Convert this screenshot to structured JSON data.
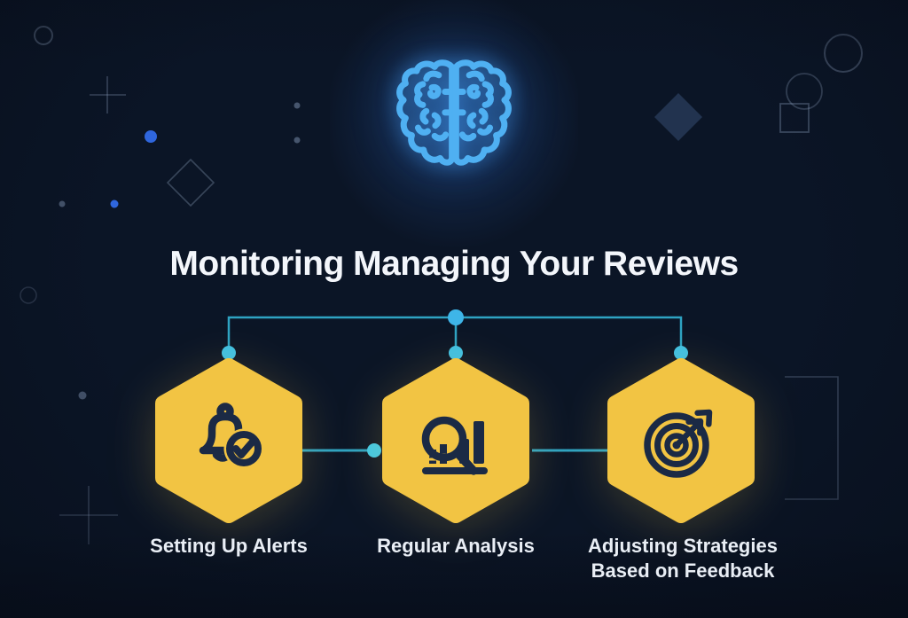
{
  "title": "Monitoring Managing Your Reviews",
  "header_icon": "brain-icon",
  "steps": [
    {
      "icon": "bell-check-icon",
      "lines": [
        "Setting Up Alerts"
      ]
    },
    {
      "icon": "magnifier-chart-icon",
      "lines": [
        "Regular Analysis"
      ]
    },
    {
      "icon": "target-arrow-icon",
      "lines": [
        "Adjusting Strategies",
        "Based on Feedback"
      ]
    }
  ],
  "colors": {
    "background_navy": "#152440",
    "hexagon_yellow": "#F2C443",
    "icon_navy": "#1B2A45",
    "connector_teal": "#2EA3C2",
    "node_cyan": "#3FC0E3",
    "brain_blue": "#4FB0F2",
    "title_white": "#F3F6FB",
    "accent_dot_blue": "#2F66DD"
  }
}
